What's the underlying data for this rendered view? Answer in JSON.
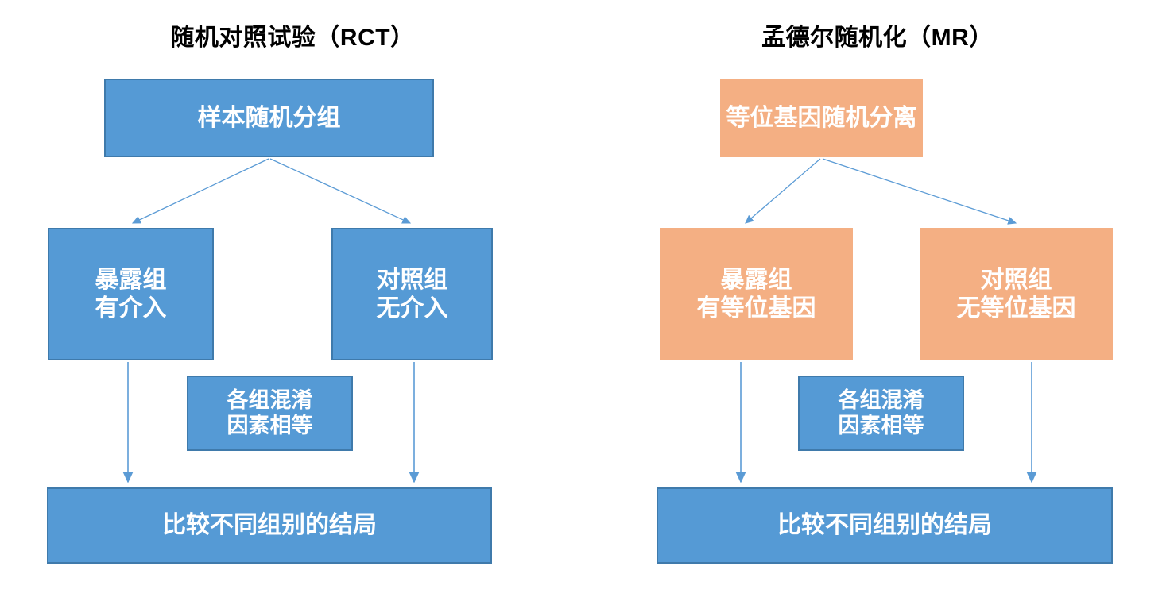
{
  "diagram": {
    "title_left": "随机对照试验（RCT）",
    "title_right": "孟德尔随机化（MR）",
    "colors": {
      "blue_fill": "#559AD5",
      "blue_stroke": "#3F7AAB",
      "orange_fill": "#F4AF83",
      "arrow": "#5B9BD5",
      "text_on_node": "#FFFFFF",
      "title_text": "#000000",
      "background": "#FFFFFF"
    }
  },
  "panels": [
    {
      "key": "rct",
      "title": "随机对照试验（RCT）",
      "nodes": {
        "top": {
          "label": "样本随机分组",
          "color": "blue"
        },
        "exposed": {
          "label": "暴露组\n有介入",
          "color": "blue"
        },
        "control": {
          "label": "对照组\n无介入",
          "color": "blue"
        },
        "confounder": {
          "label": "各组混淆\n因素相等",
          "color": "blue"
        },
        "outcome": {
          "label": "比较不同组别的结局",
          "color": "blue"
        }
      },
      "edges": [
        {
          "from": "top",
          "to": "exposed",
          "style": "arrow"
        },
        {
          "from": "top",
          "to": "control",
          "style": "arrow"
        },
        {
          "from": "exposed",
          "to": "outcome",
          "style": "arrow"
        },
        {
          "from": "control",
          "to": "outcome",
          "style": "arrow"
        }
      ]
    },
    {
      "key": "mr",
      "title": "孟德尔随机化（MR）",
      "nodes": {
        "top": {
          "label": "等位基因随机分离",
          "color": "orange"
        },
        "exposed": {
          "label": "暴露组\n有等位基因",
          "color": "orange"
        },
        "control": {
          "label": "对照组\n无等位基因",
          "color": "orange"
        },
        "confounder": {
          "label": "各组混淆\n因素相等",
          "color": "blue"
        },
        "outcome": {
          "label": "比较不同组别的结局",
          "color": "blue"
        }
      },
      "edges": [
        {
          "from": "top",
          "to": "exposed",
          "style": "arrow"
        },
        {
          "from": "top",
          "to": "control",
          "style": "arrow"
        },
        {
          "from": "exposed",
          "to": "outcome",
          "style": "arrow"
        },
        {
          "from": "control",
          "to": "outcome",
          "style": "arrow"
        }
      ]
    }
  ]
}
